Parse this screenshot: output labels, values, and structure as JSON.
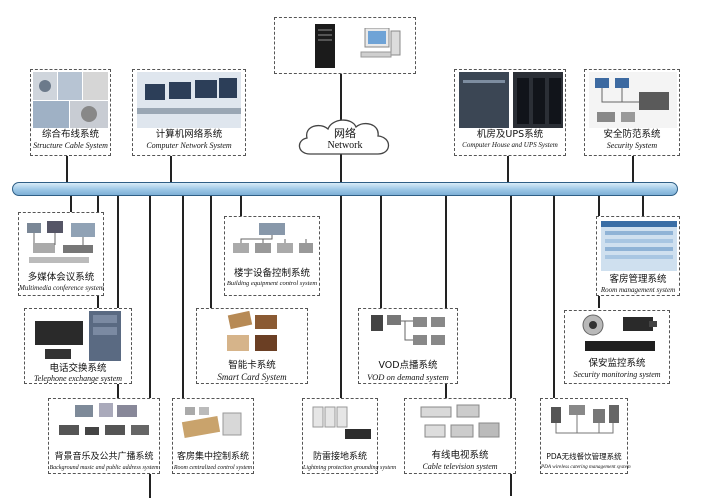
{
  "network": {
    "label_zh": "网络",
    "label_en": "Network"
  },
  "nodes": {
    "structure_cable": {
      "zh": "综合布线系统",
      "en": "Structure Cable System"
    },
    "computer_network": {
      "zh": "计算机网络系统",
      "en": "Computer Network System"
    },
    "computer_house_ups": {
      "zh": "机房及UPS系统",
      "en": "Computer House and UPS System"
    },
    "security": {
      "zh": "安全防范系统",
      "en": "Security System"
    },
    "multimedia_conference": {
      "zh": "多媒体会议系统",
      "en": "Multimedia conference system"
    },
    "building_equipment": {
      "zh": "楼宇设备控制系统",
      "en": "Building equipment control system"
    },
    "room_management": {
      "zh": "客房管理系统",
      "en": "Room management system"
    },
    "telephone_exchange": {
      "zh": "电话交换系统",
      "en": "Telephone exchange system"
    },
    "smart_card": {
      "zh": "智能卡系统",
      "en": "Smart Card System"
    },
    "vod": {
      "zh": "VOD点播系统",
      "en": "VOD on demand system"
    },
    "security_monitoring": {
      "zh": "保安监控系统",
      "en": "Security monitoring system"
    },
    "background_music": {
      "zh": "背景音乐及公共广播系统",
      "en": "Background music and public address system"
    },
    "room_centralized": {
      "zh": "客房集中控制系统",
      "en": "Room centralized control system"
    },
    "lightning_protection": {
      "zh": "防雷接地系统",
      "en": "Lightning protection grounding system"
    },
    "cable_tv": {
      "zh": "有线电视系统",
      "en": "Cable television system"
    },
    "pda_catering": {
      "zh": "PDA无线餐饮管理系统",
      "en": "PDA wireless catering management system"
    }
  },
  "colors": {
    "bus_fill": "#9cc7e6",
    "bus_border": "#2f5f86",
    "box_border": "#555555",
    "wire": "#222222"
  }
}
